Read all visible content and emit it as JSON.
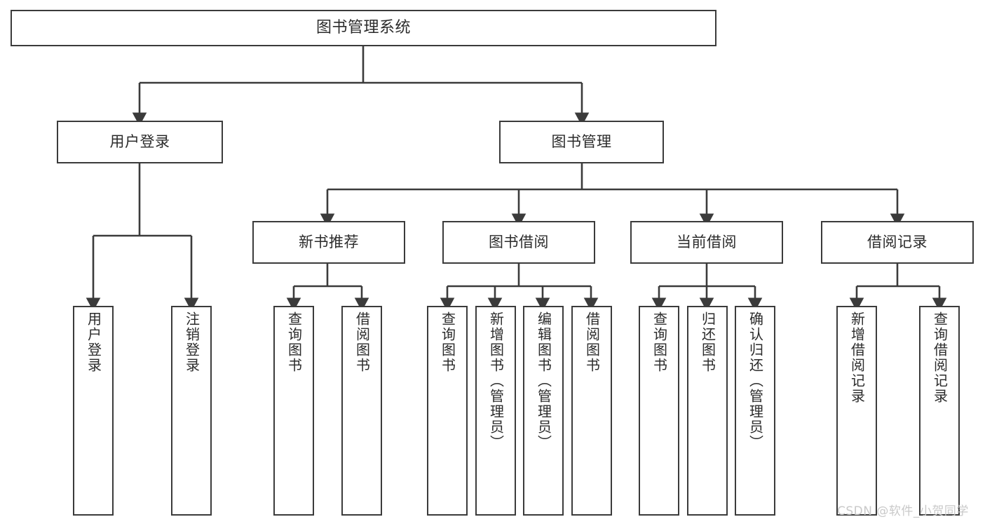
{
  "diagram": {
    "title_node": {
      "id": "root",
      "label": "图书管理系统"
    },
    "level1": [
      {
        "id": "user-login",
        "label": "用户登录"
      },
      {
        "id": "book-manage",
        "label": "图书管理"
      }
    ],
    "level2": [
      {
        "id": "new-book-recommend",
        "label": "新书推荐"
      },
      {
        "id": "book-borrow",
        "label": "图书借阅"
      },
      {
        "id": "current-borrow",
        "label": "当前借阅"
      },
      {
        "id": "borrow-record",
        "label": "借阅记录"
      }
    ],
    "leaves": [
      {
        "id": "leaf-user-login",
        "label": "用户登录",
        "parent": "user-login"
      },
      {
        "id": "leaf-logout-login",
        "label": "注销登录",
        "parent": "user-login"
      },
      {
        "id": "leaf-query-book-1",
        "label": "查询图书",
        "parent": "new-book-recommend"
      },
      {
        "id": "leaf-borrow-book-1",
        "label": "借阅图书",
        "parent": "new-book-recommend"
      },
      {
        "id": "leaf-query-book-2",
        "label": "查询图书",
        "parent": "book-borrow"
      },
      {
        "id": "leaf-add-book",
        "label": "新增图书（管理员）",
        "parent": "book-borrow"
      },
      {
        "id": "leaf-edit-book",
        "label": "编辑图书（管理员）",
        "parent": "book-borrow"
      },
      {
        "id": "leaf-borrow-book-2",
        "label": "借阅图书",
        "parent": "book-borrow"
      },
      {
        "id": "leaf-query-book-3",
        "label": "查询图书",
        "parent": "current-borrow"
      },
      {
        "id": "leaf-return-book",
        "label": "归还图书",
        "parent": "current-borrow"
      },
      {
        "id": "leaf-confirm-return",
        "label": "确认归还（管理员）",
        "parent": "current-borrow"
      },
      {
        "id": "leaf-add-record",
        "label": "新增借阅记录",
        "parent": "borrow-record"
      },
      {
        "id": "leaf-query-record",
        "label": "查询借阅记录",
        "parent": "borrow-record"
      }
    ],
    "watermark": "CSDN @软件_小贺同学",
    "colors": {
      "stroke": "#3b3b3b",
      "background": "#ffffff",
      "text": "#2b2b2b",
      "watermark": "#c9c9c9"
    }
  }
}
